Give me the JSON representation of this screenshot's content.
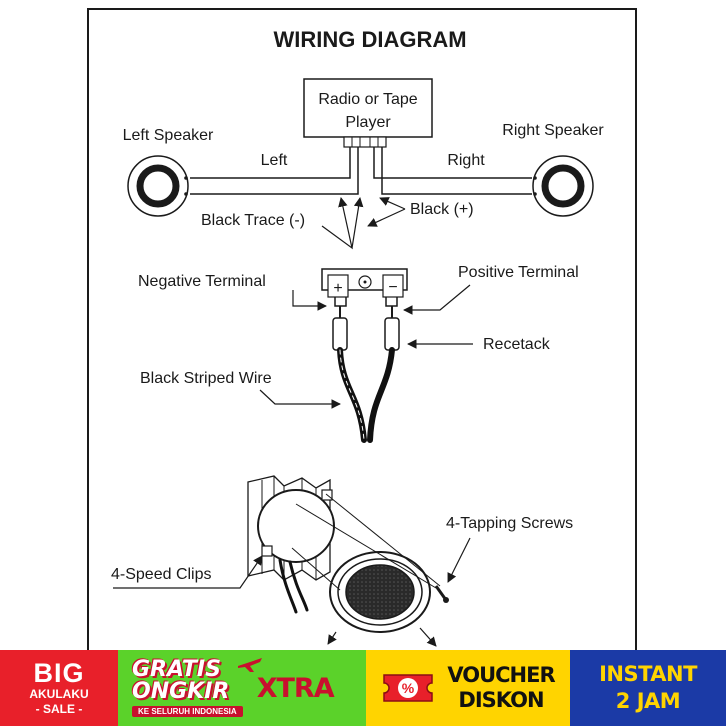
{
  "diagram": {
    "title": "WIRING DIAGRAM",
    "source_box": {
      "line1": "Radio or Tape",
      "line2": "Player"
    },
    "labels": {
      "left_speaker": "Left Speaker",
      "right_speaker": "Right Speaker",
      "left": "Left",
      "right": "Right",
      "black_trace": "Black  Trace (-)",
      "black_plus": "Black  (+)",
      "negative_terminal": "Negative  Terminal",
      "positive_terminal": "Positive  Terminal",
      "recetack": "Recetack",
      "black_striped_wire": "Black  Striped  Wire",
      "tapping_screws": "4-Tapping Screws",
      "speed_clips": "4-Speed  Clips",
      "plus_sign": "+",
      "minus_sign": "−"
    }
  },
  "banner": {
    "big": {
      "line1": "BIG",
      "line2": "AKULAKU",
      "line3": "- SALE -"
    },
    "gratis": {
      "line1": "GRATIS",
      "line2": "ONGKIR",
      "line3": "KE SELURUH INDONESIA",
      "xtra": "XTRA"
    },
    "voucher": {
      "line1": "VOUCHER",
      "line2": "DISKON",
      "badge": "%"
    },
    "instant": {
      "line1": "INSTANT",
      "line2": "2 JAM"
    },
    "colors": {
      "big": "#e8202a",
      "gratis": "#5bd22a",
      "voucher": "#ffd400",
      "instant": "#1b3aa6"
    }
  }
}
